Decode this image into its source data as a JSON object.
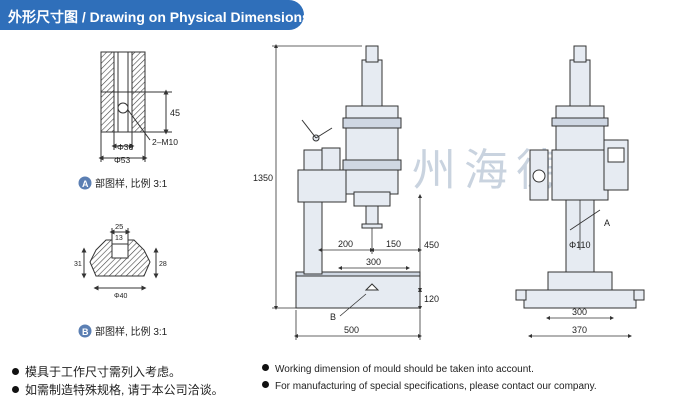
{
  "header": {
    "title": "外形尺寸图 / Drawing on Physical Dimensions："
  },
  "watermark": "台州海德信",
  "detail_a": {
    "letter": "A",
    "caption": "部图样, 比例 3:1",
    "dim_45": "45",
    "dim_d30": "Φ30",
    "dim_d53": "Φ53",
    "dim_m10": "2–M10"
  },
  "detail_b": {
    "letter": "B",
    "caption": "部图样, 比例 3:1",
    "dim_25": "25",
    "dim_13": "13",
    "dim_31": "31",
    "dim_28": "28",
    "dim_40": "Φ40"
  },
  "side_view": {
    "dim_1350": "1350",
    "dim_200": "200",
    "dim_150": "150",
    "dim_450": "450",
    "dim_300": "300",
    "dim_120": "120",
    "dim_500": "500",
    "label_b": "B"
  },
  "front_view": {
    "label_a": "A",
    "dim_d110": "Φ110",
    "dim_300": "300",
    "dim_370": "370"
  },
  "notes_cn": [
    "模具于工作尺寸需列入考虑。",
    "如需制造特殊规格, 请于本公司洽谈。"
  ],
  "notes_en": [
    "Working dimension of mould should be taken into account.",
    "For manufacturing of special specifications, please contact our company."
  ],
  "colors": {
    "header_bg": "#2f6fba",
    "machine_fill": "#e6ebf2",
    "line": "#333333",
    "watermark": "#c9d3df",
    "badge": "#5b7fb3"
  }
}
